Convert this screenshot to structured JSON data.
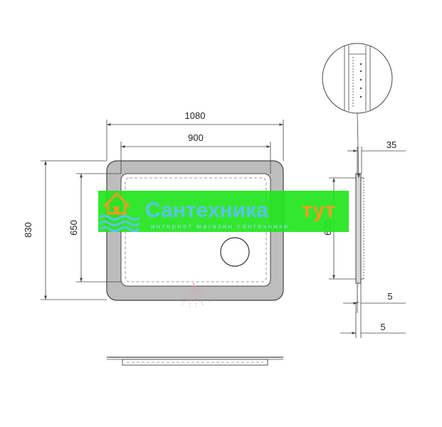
{
  "dimensions": {
    "outer_width": "1080",
    "inner_width": "900",
    "outer_height": "830",
    "inner_height": "650",
    "side_height": "620",
    "depth": "35",
    "offset_a": "5",
    "offset_b": "5"
  },
  "watermark": {
    "title_left": "Сантехника",
    "title_right": "тут",
    "subtitle": "интернет магазин сантехники",
    "colors": {
      "band": "#22e51c",
      "title_left": "#5bc4e8",
      "title_right": "#f29a1e",
      "subtitle": "#8fd9ee",
      "logo_house": "#f29a1e",
      "logo_waves": "#5bc4e8"
    }
  },
  "colors": {
    "line": "#444444",
    "frame_fill": "#bdbdbd",
    "led_rays": "#e08a8a"
  },
  "icons": {
    "logo": "house-water-icon",
    "magnifier": "round-magnifier-mirror"
  }
}
